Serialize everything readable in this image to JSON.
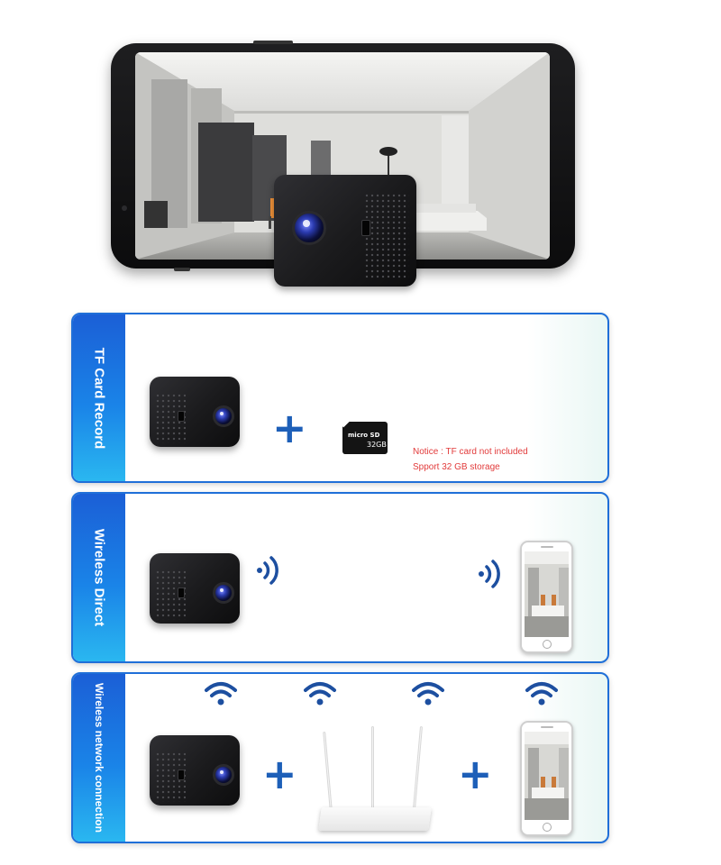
{
  "cards": {
    "tf": {
      "label": "TF Card Record",
      "notice": "Notice : TF card not included",
      "storage": "Spport 32 GB storage",
      "sd_label": "micro SD",
      "sd_size": "32GB"
    },
    "direct": {
      "label": "Wireless Direct"
    },
    "network": {
      "label": "Wireless network connection"
    }
  },
  "symbols": {
    "plus": "+"
  },
  "colors": {
    "accent_blue": "#1d5fb8",
    "notice_red": "#e23b3b",
    "tab_gradient_top": "#1b5fd6",
    "tab_gradient_bottom": "#2ab7f0"
  }
}
